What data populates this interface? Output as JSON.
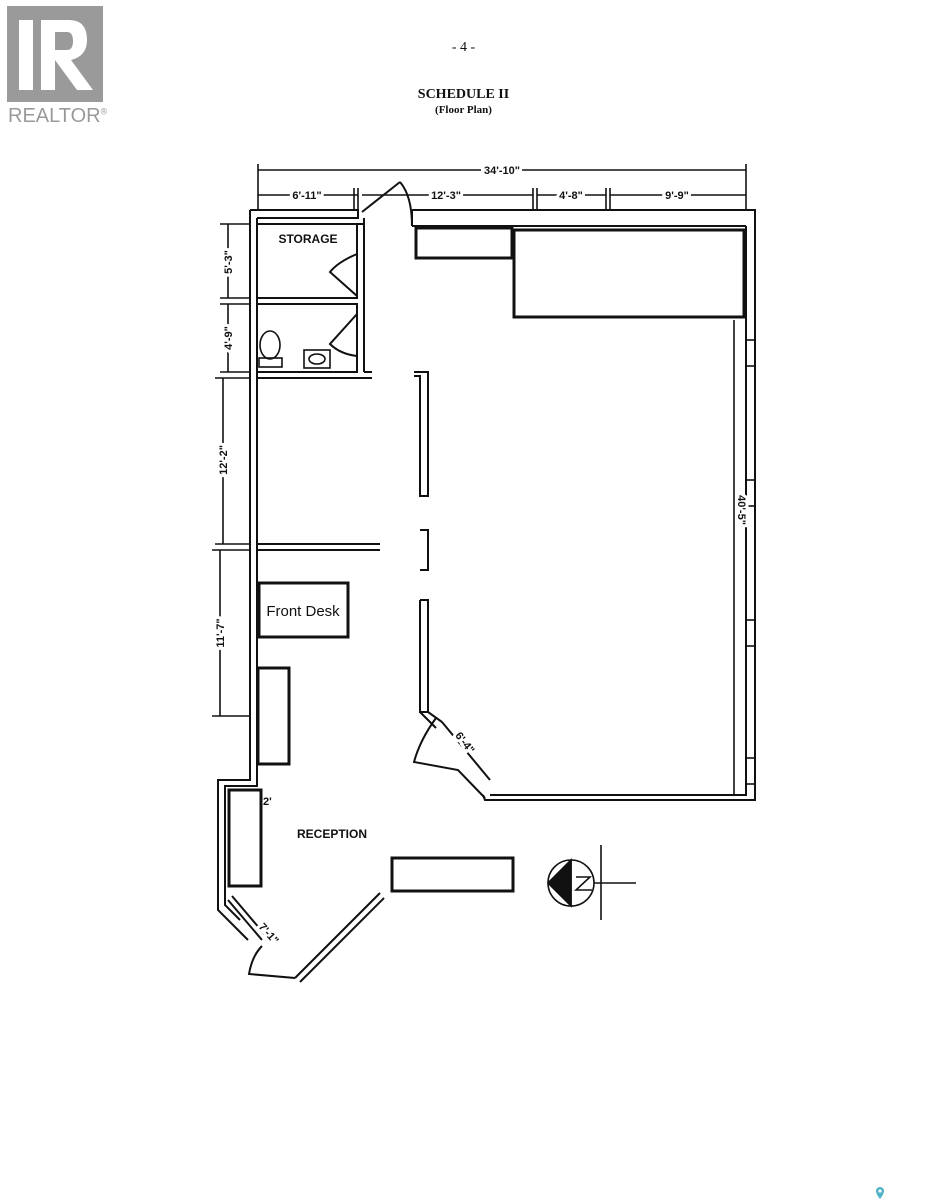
{
  "logo": {
    "text": "REALTOR",
    "mark": "®",
    "color": "#9a9a9a"
  },
  "header": {
    "page_number": "- 4 -",
    "title": "SCHEDULE II",
    "subtitle": "(Floor Plan)"
  },
  "floor_plan": {
    "dimensions": {
      "overall_width": "34'-10\"",
      "top_segments": [
        "6'-11\"",
        "12'-3\"",
        "4'-8\"",
        "9'-9\""
      ],
      "left_segments": [
        "5'-3\"",
        "4'-9\"",
        "12'-2\"",
        "11'-7\""
      ],
      "right_height": "40'-5\"",
      "angled_door": "6'-4\"",
      "entry_door": "7'-1\"",
      "counter_width": "2'"
    },
    "rooms": {
      "storage": "STORAGE",
      "front_desk": "Front Desk",
      "reception": "RECEPTION"
    },
    "icons": [
      "north-arrow-icon",
      "toilet-icon",
      "sink-icon"
    ]
  },
  "footer": {
    "icon": "map-pin-icon",
    "pin_color": "#4fb3c8"
  }
}
